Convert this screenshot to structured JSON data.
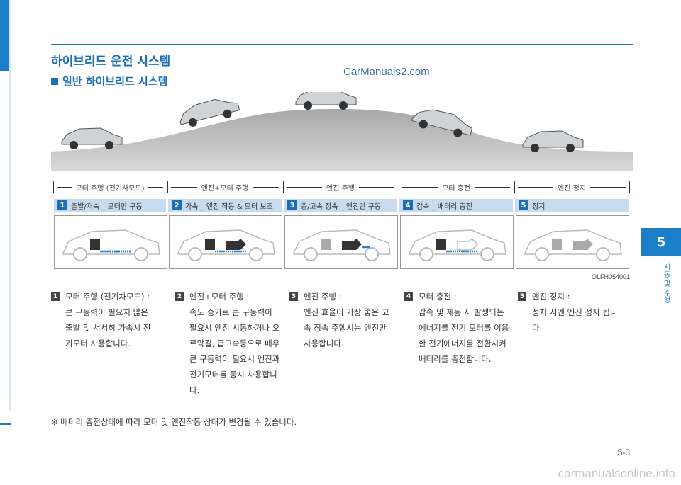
{
  "section": {
    "title": "하이브리드 운전 시스템",
    "subtitle": "일반 하이브리드 시스템"
  },
  "watermark": "CarManuals2.com",
  "phases": [
    "모터 주행 (전기차모드)",
    "엔진+모터 주행",
    "엔진 주행",
    "모터 충전",
    "엔진 정지"
  ],
  "labels": [
    {
      "num": "1",
      "text": "출발/저속 _ 모터만 구동"
    },
    {
      "num": "2",
      "text": "가속 _ 엔진 작동 & 모터 보조"
    },
    {
      "num": "3",
      "text": "중/고속 정속 _ 엔진만 구동"
    },
    {
      "num": "4",
      "text": "감속 _ 배터리 충전"
    },
    {
      "num": "5",
      "text": "정지"
    }
  ],
  "image_code": "OLFH054001",
  "descriptions": [
    {
      "num": "1",
      "title": "모터 주행 (전기차모드) :",
      "body": "큰 구동력이 필요치 않은 출발 및 서서히 가속시 전기모터 사용합니다."
    },
    {
      "num": "2",
      "title": "엔진+모터 주행 :",
      "body": "속도 증가로 큰 구동력이 필요시 엔진 시동하거나 오르막길, 급고속등으로 매우 큰 구동력이 필요시 엔진과 전기모터를 동시 사용합니다."
    },
    {
      "num": "3",
      "title": "엔진 주행 :",
      "body": "엔진 효율이 가장 좋은 고속 정속 주행시는 엔진만 사용합니다."
    },
    {
      "num": "4",
      "title": "모터 충전 :",
      "body": "감속 및 제동 시 발생되는 에너지를 전기 모터를 이용한 전기에너지를 전환시켜 배터리를 충전합니다."
    },
    {
      "num": "5",
      "title": "엔진 정지 :",
      "body": "정차 시엔 엔진 정지 됩니다."
    }
  ],
  "note": "※ 배터리 충전상태에 따라 모터 및 엔진작동 상태가 변경될 수 있습니다.",
  "side_tab": {
    "number": "5",
    "text": "시동 및 주행"
  },
  "page_number": "5-3",
  "footer_watermark": "carmanualsonline.info",
  "colors": {
    "accent": "#1a7fc8",
    "label_bg": "#c9dbef"
  }
}
